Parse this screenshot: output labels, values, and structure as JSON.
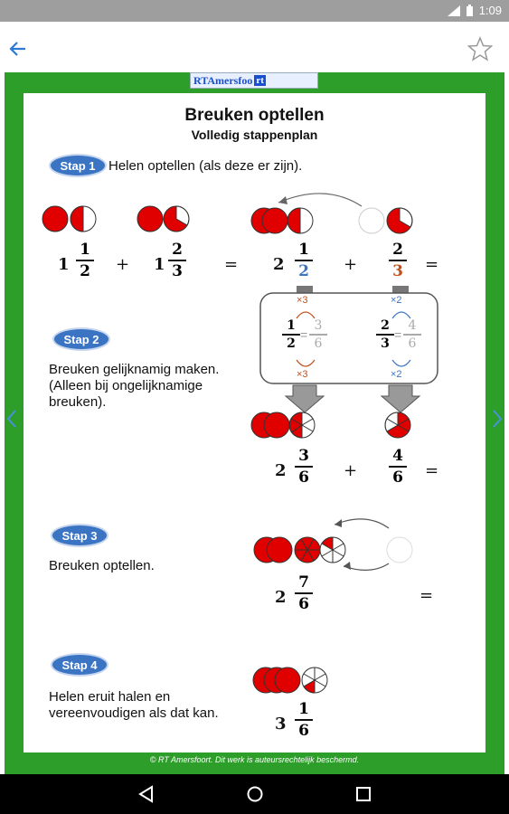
{
  "status": {
    "time": "1:09"
  },
  "appbar": {
    "back_icon": "arrow-left-icon",
    "favorite_icon": "star-outline-icon"
  },
  "logo": {
    "part1": "RTAmersfoo",
    "part2": "rt"
  },
  "header": {
    "title": "Breuken optellen",
    "subtitle": "Volledig stappenplan"
  },
  "steps": [
    {
      "badge": "Stap 1",
      "text": "Helen optellen (als deze er zijn)."
    },
    {
      "badge": "Stap 2",
      "text": "Breuken gelijknamig maken. (Alleen bij ongelijknamige breuken)."
    },
    {
      "badge": "Stap 3",
      "text": "Breuken optellen."
    },
    {
      "badge": "Stap 4",
      "text": "Helen eruit halen en vereenvoudigen als dat kan."
    }
  ],
  "math": {
    "row1": {
      "a_whole": "1",
      "a_num": "1",
      "a_den": "2",
      "plus": "+",
      "b_whole": "1",
      "b_num": "2",
      "b_den": "3",
      "eq": "=",
      "c_whole": "2",
      "c_num": "1",
      "c_den": "2",
      "d_num": "2",
      "d_den": "3"
    },
    "conv": {
      "x3": "×3",
      "x2": "×2",
      "l1n": "1",
      "l1d": "2",
      "r1n": "3",
      "r1d": "6",
      "l2n": "2",
      "l2d": "3",
      "r2n": "4",
      "r2d": "6"
    },
    "row2": {
      "whole": "2",
      "a_num": "3",
      "a_den": "6",
      "b_num": "4",
      "b_den": "6"
    },
    "row3": {
      "whole": "2",
      "num": "7",
      "den": "6"
    },
    "row4": {
      "whole": "3",
      "num": "1",
      "den": "6"
    }
  },
  "footer": {
    "copyright": "© RT Amersfoort. Dit werk is auteursrechtelijk beschermd."
  },
  "colors": {
    "green": "#2e9e2a",
    "red": "#e00000",
    "blue": "#3b74c2",
    "orange": "#c0501a"
  }
}
